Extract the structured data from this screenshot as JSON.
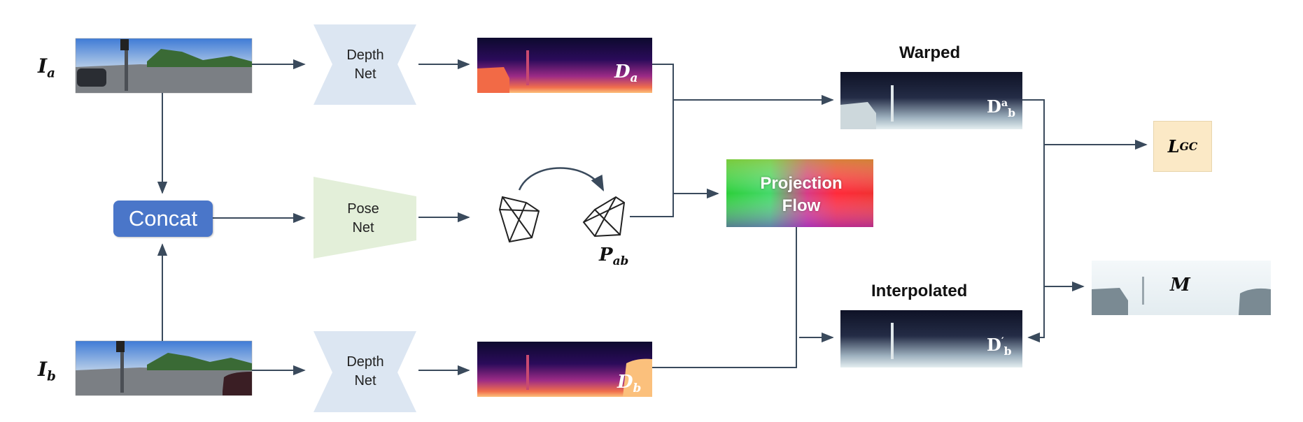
{
  "inputs": {
    "image_a_label": "I",
    "image_a_sub": "a",
    "image_b_label": "I",
    "image_b_sub": "b"
  },
  "nets": {
    "depth_top": [
      "Depth",
      "Net"
    ],
    "pose": [
      "Pose",
      "Net"
    ],
    "depth_bottom": [
      "Depth",
      "Net"
    ]
  },
  "concat_label": "Concat",
  "depth_maps": {
    "da_label": "D",
    "da_sub": "a",
    "db_label": "D",
    "db_sub": "b"
  },
  "pose_label": "P",
  "pose_sub": "ab",
  "projection_flow": [
    "Projection",
    "Flow"
  ],
  "warped": {
    "title": "Warped",
    "map_label": "D",
    "map_sub": "b",
    "map_sup": "a"
  },
  "interpolated": {
    "title": "Interpolated",
    "map_label": "D",
    "map_sub": "b",
    "map_sup": "′"
  },
  "loss": {
    "label": "L",
    "sub": "GC"
  },
  "mask_label": "M",
  "colors": {
    "arrow": "#3a4a5c",
    "depth_net_fill": "#dce6f2",
    "pose_net_fill": "#e3efd9",
    "concat_fill": "#4a76c9",
    "loss_fill": "#fbe9c6"
  }
}
